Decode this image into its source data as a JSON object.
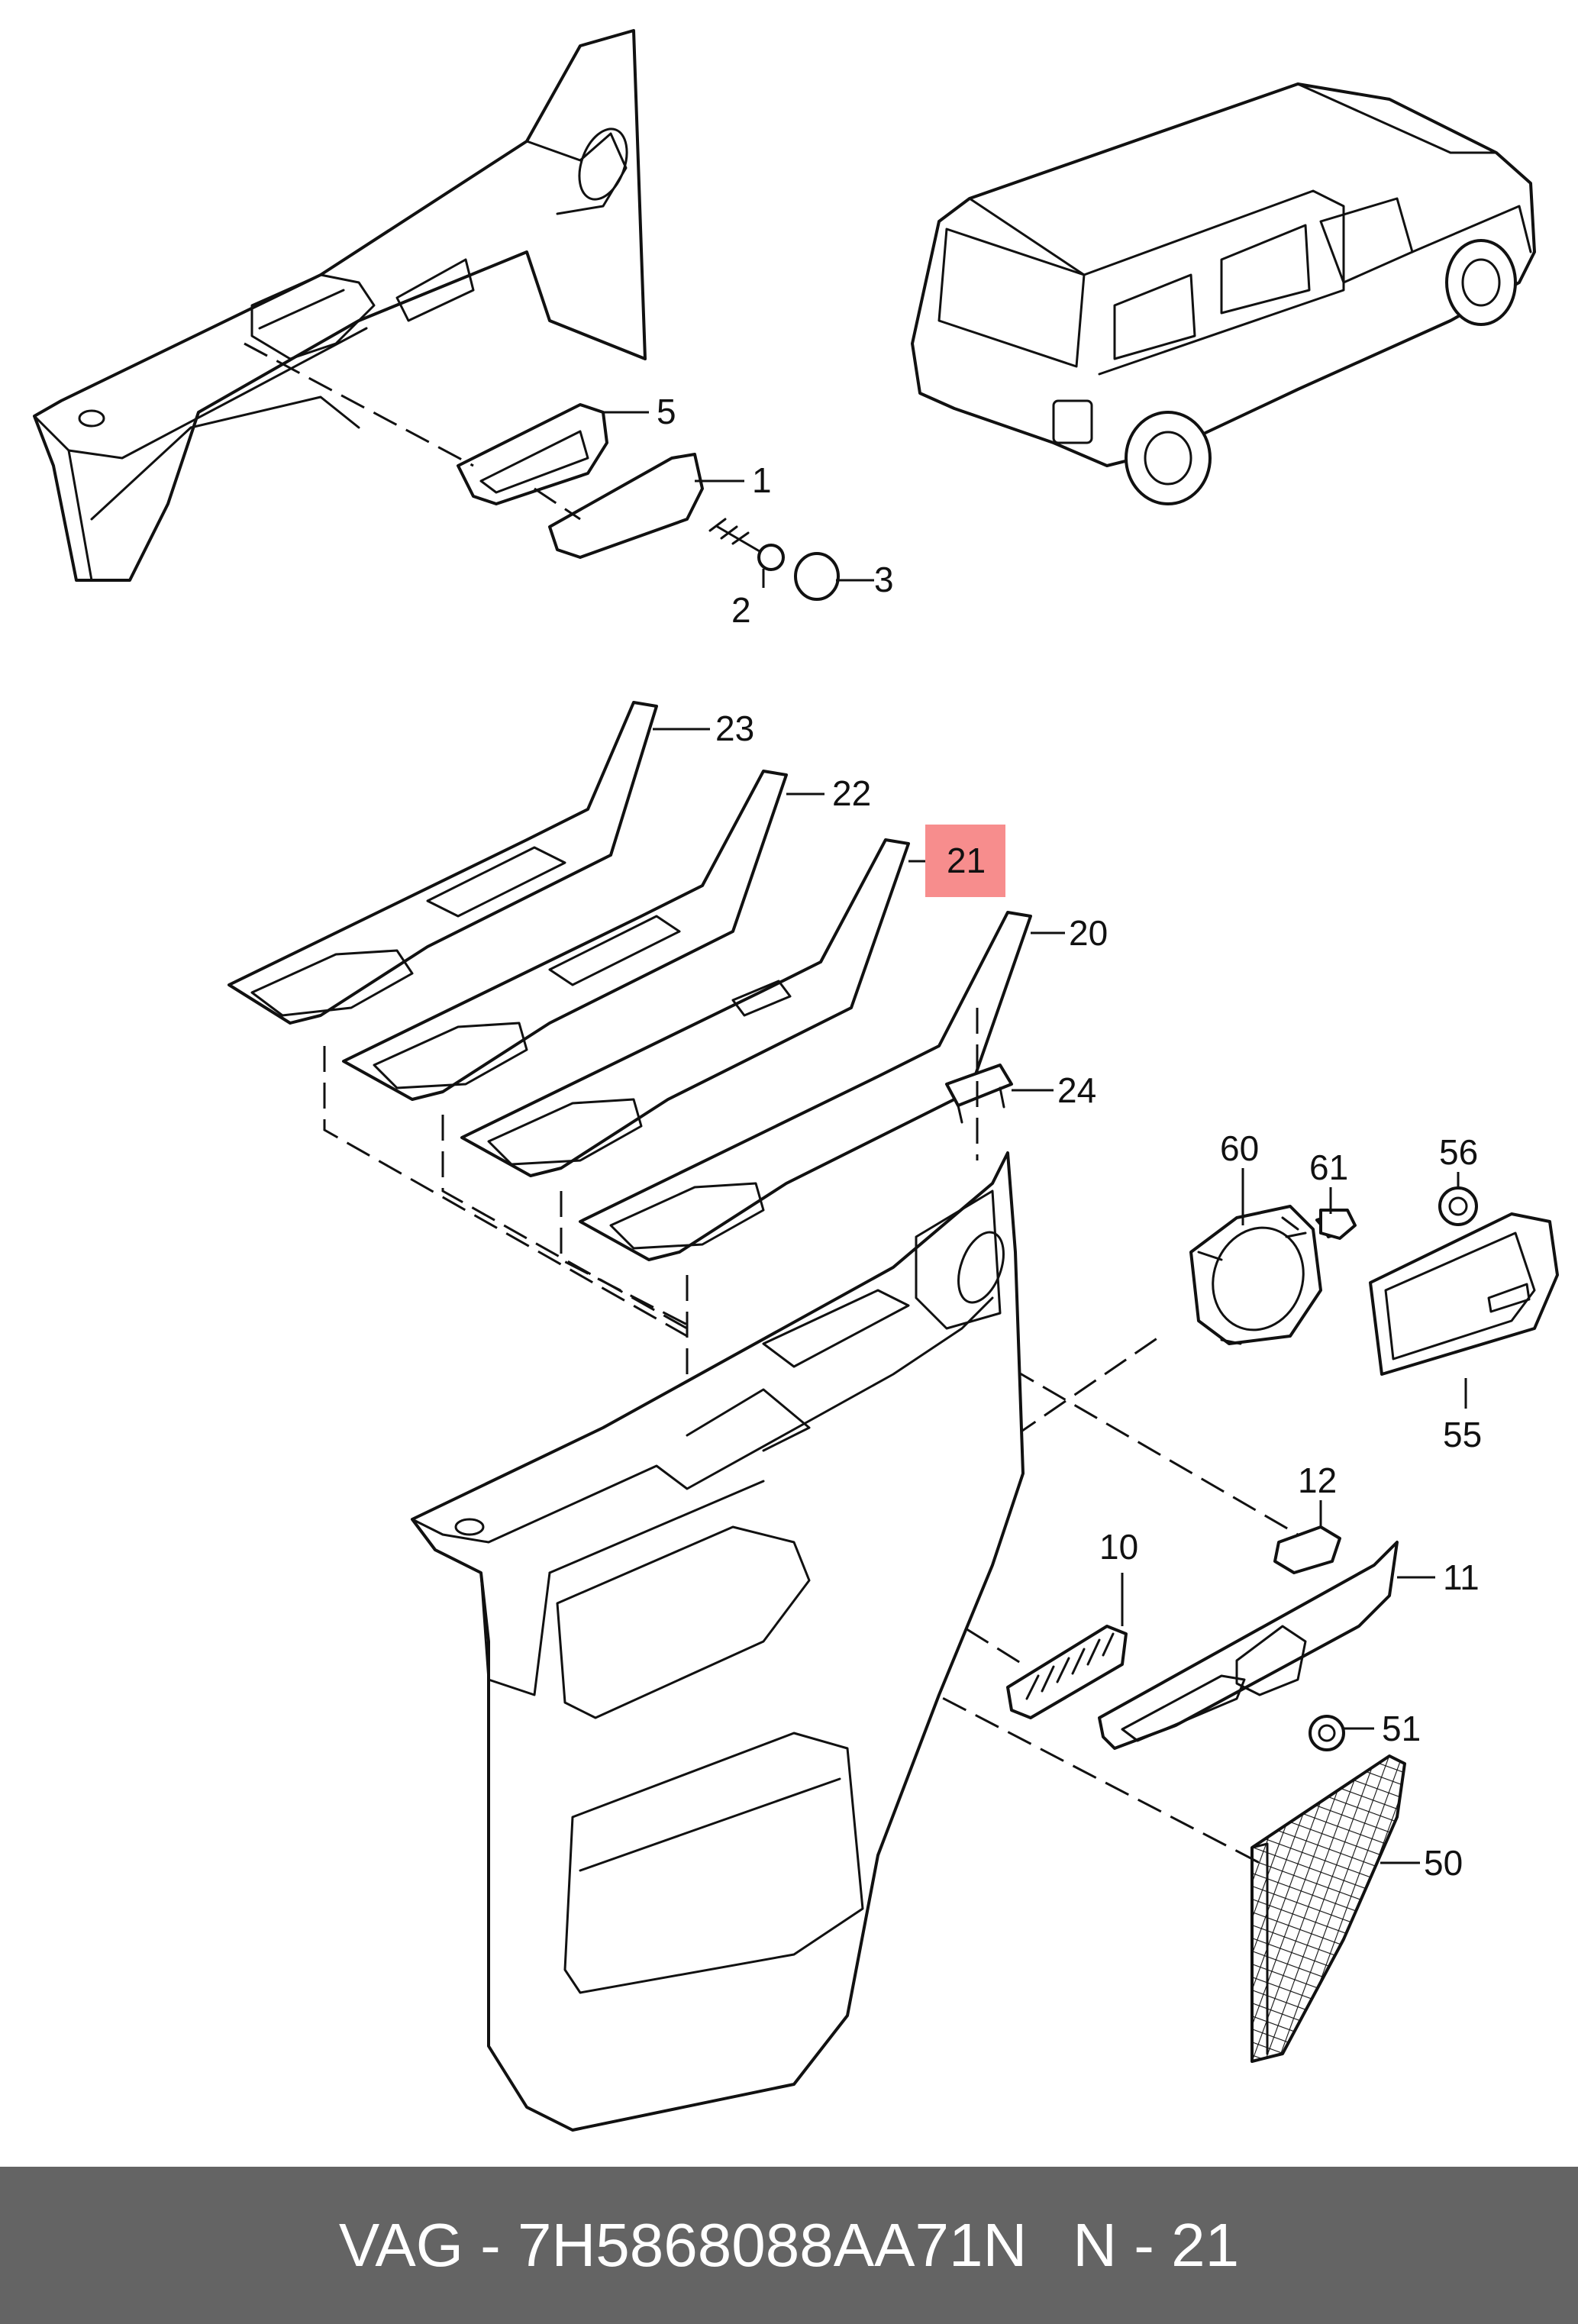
{
  "callouts": {
    "c1": "1",
    "c2": "2",
    "c3": "3",
    "c5": "5",
    "c10": "10",
    "c11": "11",
    "c12": "12",
    "c20": "20",
    "c21": "21",
    "c22": "22",
    "c23": "23",
    "c24": "24",
    "c50": "50",
    "c51": "51",
    "c55": "55",
    "c56": "56",
    "c60": "60",
    "c61": "61"
  },
  "highlight": {
    "callout": "21",
    "color": "#f78d8d"
  },
  "footer": {
    "brand": "VAG",
    "dash": "-",
    "part_number": "7H5868088AA71N",
    "position_ref": "N - 21",
    "background": "#646464"
  }
}
